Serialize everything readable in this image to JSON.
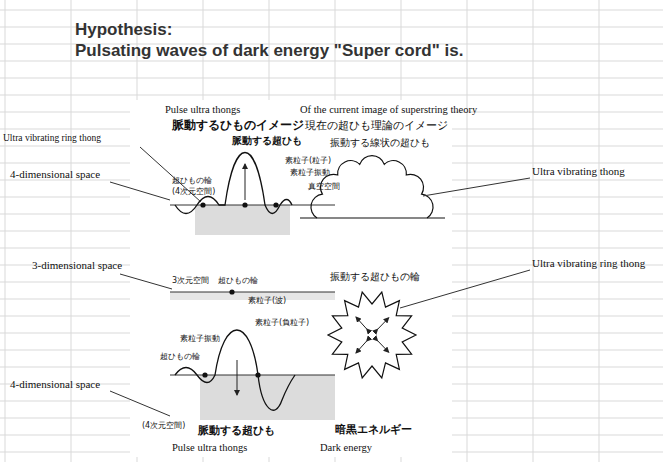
{
  "diagram": {
    "title": "Hypothesis:",
    "labels": [
      "Pulsating waves of dark energy \"Super cord\" is.",
      "Pulse ultra thongs",
      "Of the current image of superstring theory",
      "脈動するひものイメージ",
      "現在の超ひも理論のイメージ",
      "Ultra vibrating ring thong",
      "4-dimensional space",
      "超ひもの輪",
      "(4次元空間)",
      "脈動する超ひも",
      "素粒子(粒子)",
      "素粒子振動",
      "真空空間",
      "振動する線状の超ひも",
      "Ultra vibrating thong",
      "3-dimensional space",
      "3次元空間",
      "超ひもの輪",
      "素粒子(波)",
      "振動する超ひもの輪",
      "Ultra vibrating ring thong",
      "素粒子(負粒子)",
      "素粒子振動",
      "超ひもの輪",
      "4-dimensional space",
      "(4次元空間)",
      "脈動する超ひも",
      "暗黒エネルギー",
      "Pulse ultra thongs",
      "Dark energy"
    ]
  }
}
